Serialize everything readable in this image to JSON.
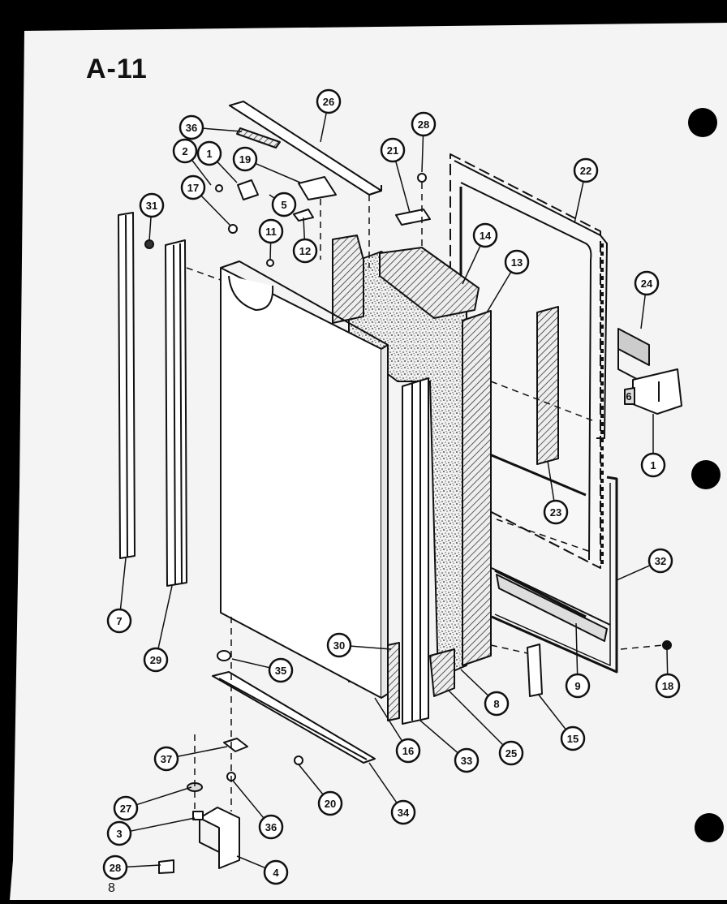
{
  "sheet": {
    "title": "A-11",
    "page_number": "8"
  },
  "callouts": [
    "36",
    "26",
    "28",
    "2",
    "1",
    "19",
    "21",
    "22",
    "17",
    "5",
    "31",
    "11",
    "12",
    "14",
    "13",
    "24",
    "1",
    "23",
    "32",
    "7",
    "29",
    "30",
    "35",
    "18",
    "9",
    "8",
    "16",
    "33",
    "25",
    "15",
    "37",
    "20",
    "34",
    "27",
    "36",
    "3",
    "28",
    "4",
    "6"
  ]
}
